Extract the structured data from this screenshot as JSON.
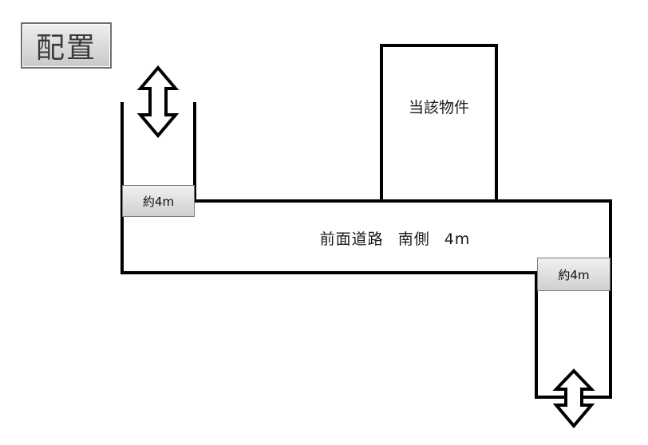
{
  "title": "配置",
  "property": {
    "label": "当該物件"
  },
  "road": {
    "name": "前面道路",
    "side": "南側",
    "width": "4m"
  },
  "side_roads": {
    "left_width_label": "約4m",
    "right_width_label": "約4m"
  },
  "colors": {
    "line": "#000000",
    "badge_fill": "#d9d9d9",
    "background": "#ffffff"
  },
  "icons": {
    "north_arrow": "double-headed-arrow-icon",
    "south_arrow": "double-headed-arrow-icon"
  }
}
